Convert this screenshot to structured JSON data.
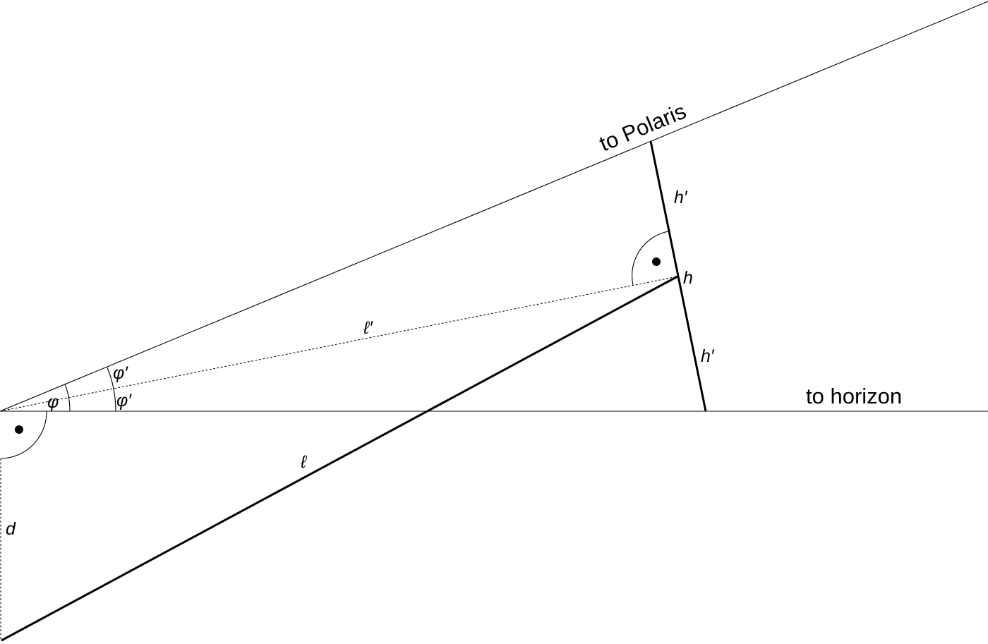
{
  "labels": {
    "to_polaris": "to Polaris",
    "to_horizon": "to horizon",
    "h": "h",
    "h_prime_upper": "h′",
    "h_prime_lower": "h′",
    "ell": "ℓ",
    "ell_prime": "ℓ′",
    "phi": "φ",
    "phi_prime_upper": "φ′",
    "phi_prime_lower": "φ′",
    "d": "d"
  }
}
